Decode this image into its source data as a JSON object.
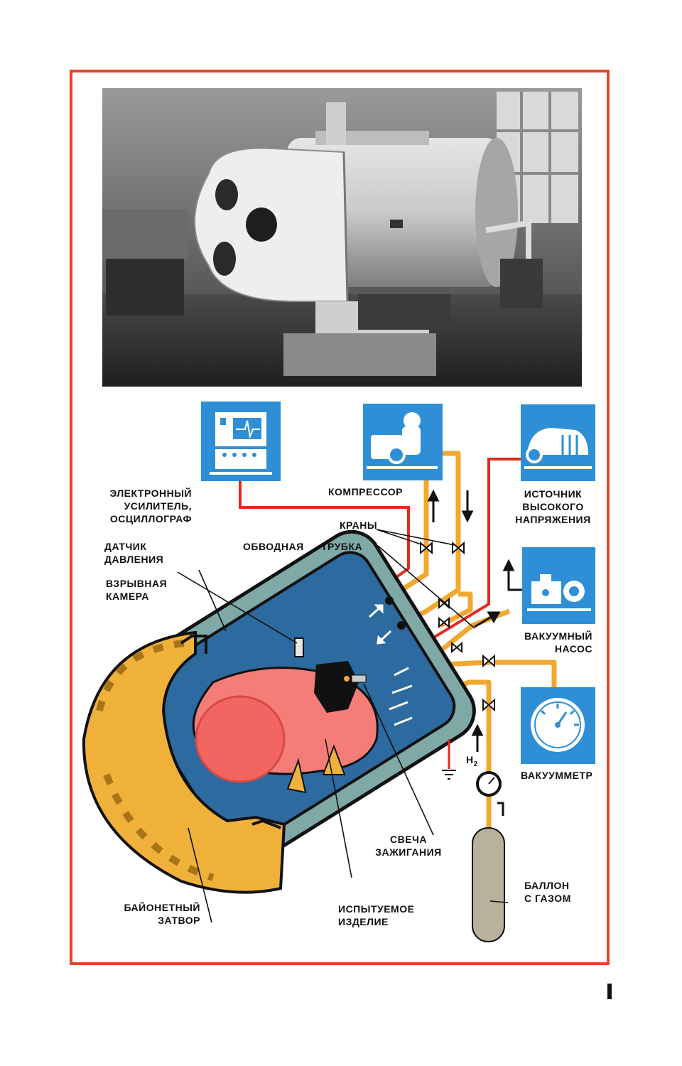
{
  "labels": {
    "amplifier": [
      "ЭЛЕКТРОННЫЙ",
      "УСИЛИТЕЛЬ,",
      "ОСЦИЛЛОГРАФ"
    ],
    "compressor": "КОМПРЕССОР",
    "hv_source": [
      "ИСТОЧНИК",
      "ВЫСОКОГО",
      "НАПРЯЖЕНИЯ"
    ],
    "valves": "КРАНЫ",
    "bypass_1": "ОБВОДНАЯ",
    "bypass_2": "ТРУБКА",
    "pressure_sensor": [
      "ДАТЧИК",
      "ДАВЛЕНИЯ"
    ],
    "blast_chamber": [
      "ВЗРЫВНАЯ",
      "КАМЕРА"
    ],
    "vacuum_pump": [
      "ВАКУУМНЫЙ",
      "НАСОС"
    ],
    "vacuum_meter": "ВАКУУММЕТР",
    "h2": "H",
    "h2_sub": "2",
    "spark_plug": [
      "СВЕЧА",
      "ЗАЖИГАНИЯ"
    ],
    "gas_cylinder": [
      "БАЛЛОН",
      "С ГАЗОМ"
    ],
    "bayonet_lock": [
      "БАЙОНЕТНЫЙ",
      "ЗАТВОР"
    ],
    "test_item": [
      "ИСПЫТУЕМОЕ",
      "ИЗДЕЛИЕ"
    ]
  },
  "colors": {
    "frame": "#e5452c",
    "tile_blue": "#2e8fd6",
    "chamber_outer": "#7ea9a6",
    "chamber_inner": "#2d6aa0",
    "item_pink": "#f47d78",
    "lock_yellow": "#f0b13b",
    "gas_pipe": "#f0a830",
    "signal_wire": "#e42a1e",
    "cylinder": "#b7b39a"
  },
  "icons": [
    "oscilloscope-icon",
    "compressor-icon",
    "high-voltage-icon",
    "vacuum-pump-icon",
    "vacuum-gauge-icon"
  ]
}
